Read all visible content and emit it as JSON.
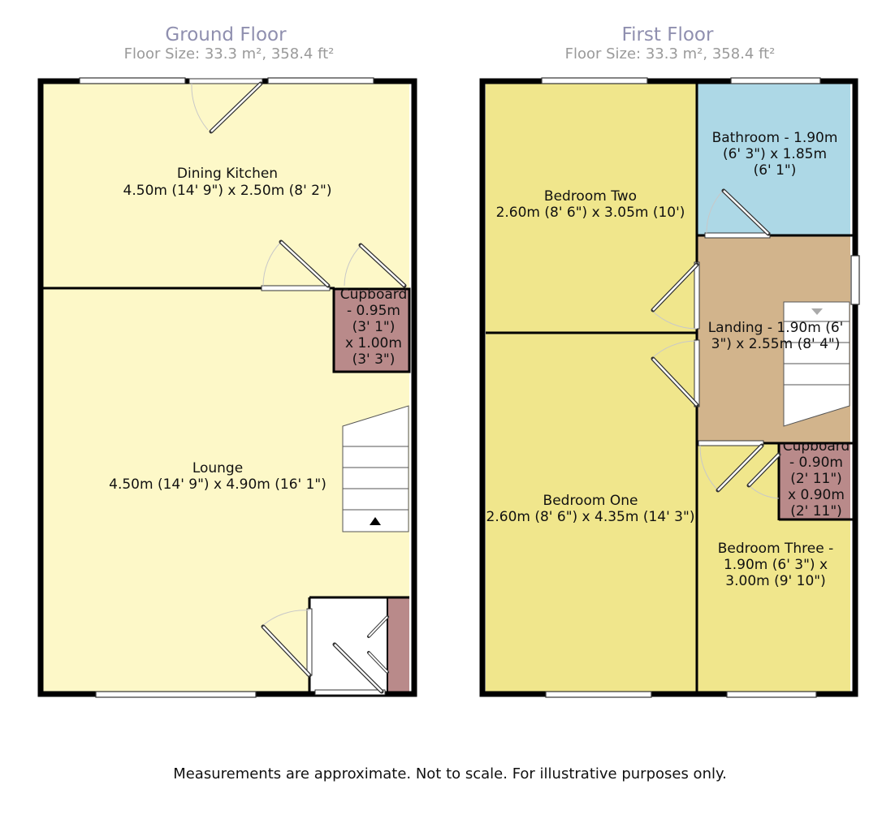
{
  "ground_floor": {
    "title": "Ground Floor",
    "size": "Floor Size: 33.3 m², 358.4 ft²",
    "rooms": {
      "dining_kitchen": {
        "name": "Dining Kitchen",
        "dims": "4.50m (14' 9\") x 2.50m (8' 2\")",
        "color": "#fdf8c8"
      },
      "lounge": {
        "name": "Lounge",
        "dims": "4.50m (14' 9\") x 4.90m (16' 1\")",
        "color": "#fdf8c8"
      },
      "cupboard": {
        "lines": [
          "Cupboard",
          "- 0.95m",
          "(3' 1\")",
          "x 1.00m",
          "(3' 3\")"
        ],
        "color": "#b98a8a"
      }
    }
  },
  "first_floor": {
    "title": "First Floor",
    "size": "Floor Size: 33.3 m², 358.4 ft²",
    "rooms": {
      "bedroom_two": {
        "name": "Bedroom Two",
        "dims": "2.60m (8' 6\") x 3.05m (10')",
        "color": "#f0e68c"
      },
      "bathroom": {
        "lines": [
          "Bathroom - 1.90m",
          "(6' 3\") x 1.85m",
          "(6' 1\")"
        ],
        "color": "#add8e6"
      },
      "landing": {
        "lines": [
          "Landing - 1.90m (6'",
          "3\") x 2.55m (8' 4\")"
        ],
        "color": "#d2b48c"
      },
      "bedroom_one": {
        "name": "Bedroom One",
        "dims": "2.60m (8' 6\") x 4.35m (14' 3\")",
        "color": "#f0e68c"
      },
      "cupboard": {
        "lines": [
          "Cupboard",
          "- 0.90m",
          "(2' 11\")",
          "x 0.90m",
          "(2' 11\")"
        ],
        "color": "#b98a8a"
      },
      "bedroom_three": {
        "lines": [
          "Bedroom Three -",
          "1.90m (6' 3\") x",
          "3.00m (9' 10\")"
        ],
        "color": "#f0e68c"
      }
    }
  },
  "footer": "Measurements are approximate. Not to scale. For illustrative purposes only."
}
